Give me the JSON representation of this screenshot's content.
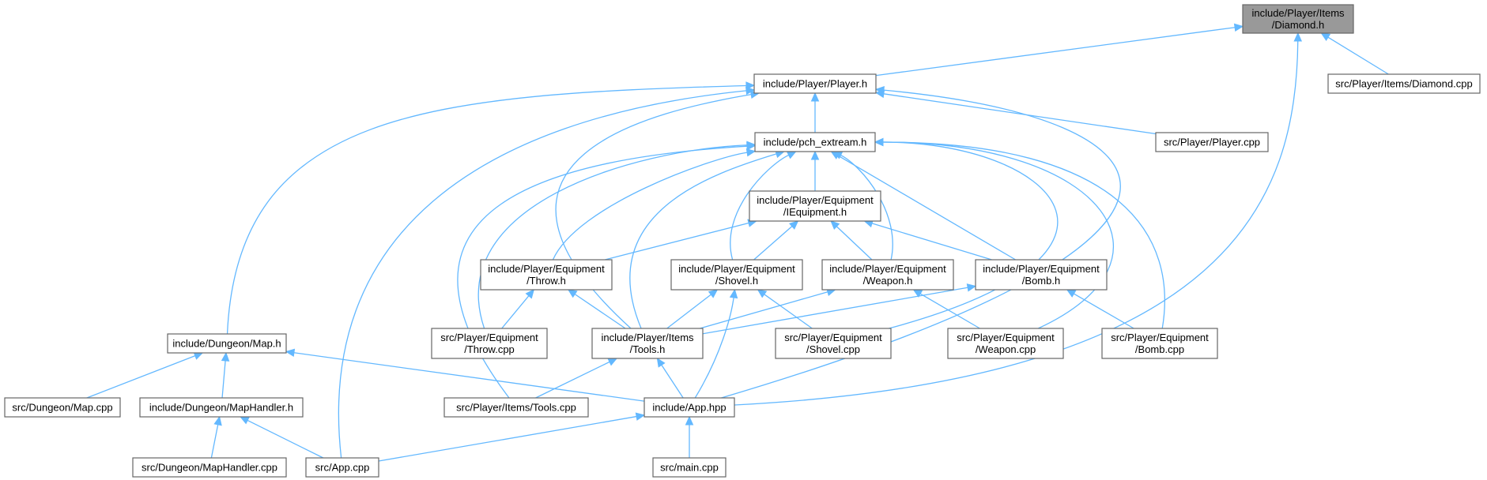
{
  "graph": {
    "nodes": {
      "diamond_h": {
        "lines": [
          "include/Player/Items",
          "/Diamond.h"
        ],
        "focus": true
      },
      "player_h": {
        "lines": [
          "include/Player/Player.h"
        ]
      },
      "diamond_cpp": {
        "lines": [
          "src/Player/Items/Diamond.cpp"
        ]
      },
      "pch": {
        "lines": [
          "include/pch_extream.h"
        ]
      },
      "player_cpp": {
        "lines": [
          "src/Player/Player.cpp"
        ]
      },
      "iequip": {
        "lines": [
          "include/Player/Equipment",
          "/IEquipment.h"
        ]
      },
      "throw_h": {
        "lines": [
          "include/Player/Equipment",
          "/Throw.h"
        ]
      },
      "shovel_h": {
        "lines": [
          "include/Player/Equipment",
          "/Shovel.h"
        ]
      },
      "weapon_h": {
        "lines": [
          "include/Player/Equipment",
          "/Weapon.h"
        ]
      },
      "bomb_h": {
        "lines": [
          "include/Player/Equipment",
          "/Bomb.h"
        ]
      },
      "map_h": {
        "lines": [
          "include/Dungeon/Map.h"
        ]
      },
      "throw_cpp": {
        "lines": [
          "src/Player/Equipment",
          "/Throw.cpp"
        ]
      },
      "tools_h": {
        "lines": [
          "include/Player/Items",
          "/Tools.h"
        ]
      },
      "shovel_cpp": {
        "lines": [
          "src/Player/Equipment",
          "/Shovel.cpp"
        ]
      },
      "weapon_cpp": {
        "lines": [
          "src/Player/Equipment",
          "/Weapon.cpp"
        ]
      },
      "bomb_cpp": {
        "lines": [
          "src/Player/Equipment",
          "/Bomb.cpp"
        ]
      },
      "map_cpp": {
        "lines": [
          "src/Dungeon/Map.cpp"
        ]
      },
      "maphandler_h": {
        "lines": [
          "include/Dungeon/MapHandler.h"
        ]
      },
      "tools_cpp": {
        "lines": [
          "src/Player/Items/Tools.cpp"
        ]
      },
      "app_hpp": {
        "lines": [
          "include/App.hpp"
        ]
      },
      "maphandler_cpp": {
        "lines": [
          "src/Dungeon/MapHandler.cpp"
        ]
      },
      "app_cpp": {
        "lines": [
          "src/App.cpp"
        ]
      },
      "main_cpp": {
        "lines": [
          "src/main.cpp"
        ]
      }
    },
    "edges": [
      [
        "player_h",
        "diamond_h"
      ],
      [
        "diamond_cpp",
        "diamond_h"
      ],
      [
        "app_hpp",
        "diamond_h"
      ],
      [
        "pch",
        "player_h"
      ],
      [
        "player_cpp",
        "player_h"
      ],
      [
        "map_h",
        "player_h"
      ],
      [
        "tools_h",
        "player_h"
      ],
      [
        "app_hpp",
        "player_h"
      ],
      [
        "app_cpp",
        "player_h"
      ],
      [
        "iequip",
        "pch"
      ],
      [
        "throw_h",
        "pch"
      ],
      [
        "shovel_h",
        "pch"
      ],
      [
        "weapon_h",
        "pch"
      ],
      [
        "bomb_h",
        "pch"
      ],
      [
        "throw_cpp",
        "pch"
      ],
      [
        "tools_h",
        "pch"
      ],
      [
        "shovel_cpp",
        "pch"
      ],
      [
        "weapon_cpp",
        "pch"
      ],
      [
        "bomb_cpp",
        "pch"
      ],
      [
        "tools_cpp",
        "pch"
      ],
      [
        "throw_h",
        "iequip"
      ],
      [
        "shovel_h",
        "iequip"
      ],
      [
        "weapon_h",
        "iequip"
      ],
      [
        "bomb_h",
        "iequip"
      ],
      [
        "throw_cpp",
        "throw_h"
      ],
      [
        "tools_h",
        "throw_h"
      ],
      [
        "tools_h",
        "shovel_h"
      ],
      [
        "shovel_cpp",
        "shovel_h"
      ],
      [
        "app_hpp",
        "shovel_h"
      ],
      [
        "tools_h",
        "weapon_h"
      ],
      [
        "weapon_cpp",
        "weapon_h"
      ],
      [
        "tools_h",
        "bomb_h"
      ],
      [
        "bomb_cpp",
        "bomb_h"
      ],
      [
        "map_cpp",
        "map_h"
      ],
      [
        "maphandler_h",
        "map_h"
      ],
      [
        "app_hpp",
        "map_h"
      ],
      [
        "tools_cpp",
        "tools_h"
      ],
      [
        "app_hpp",
        "tools_h"
      ],
      [
        "maphandler_cpp",
        "maphandler_h"
      ],
      [
        "app_cpp",
        "maphandler_h"
      ],
      [
        "app_cpp",
        "app_hpp"
      ],
      [
        "main_cpp",
        "app_hpp"
      ]
    ]
  }
}
